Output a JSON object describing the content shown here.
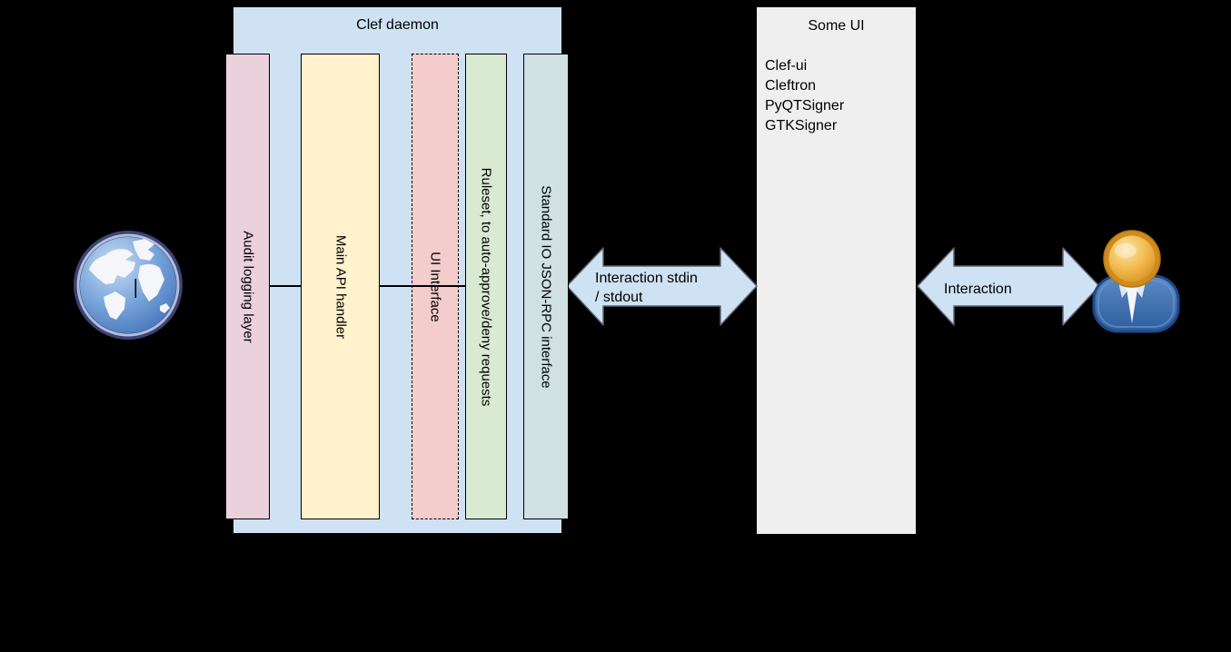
{
  "background": "#000000",
  "clef_daemon": {
    "title": "Clef daemon",
    "fill": "#cfe2f3",
    "layers": [
      {
        "label": "Audit logging layer",
        "fill": "#ead1dc",
        "border_style": "solid"
      },
      {
        "label": "Main API handler",
        "fill": "#fff2cc",
        "border_style": "solid"
      },
      {
        "label": "UI Interface",
        "fill": "#f4cccc",
        "border_style": "dashed"
      },
      {
        "label": "Ruleset, to auto-approve/deny requests",
        "fill": "#d9ead3",
        "border_style": "solid"
      },
      {
        "label": "Standard IO JSON-RPC interface",
        "fill": "#d0e0e3",
        "border_style": "solid"
      }
    ]
  },
  "some_ui": {
    "title": "Some UI",
    "fill": "#efefef",
    "items": [
      "Clef-ui",
      "Cleftron",
      "PyQTSigner",
      "GTKSigner"
    ]
  },
  "connections": {
    "daemon_to_ui": {
      "label_line1": "Interaction stdin",
      "label_line2": "/ stdout",
      "arrow_fill": "#cfe2f3"
    },
    "ui_to_user": {
      "label_line1": "Interaction",
      "arrow_fill": "#cfe2f3"
    }
  },
  "icons": {
    "left": "globe-icon",
    "right": "user-icon"
  }
}
